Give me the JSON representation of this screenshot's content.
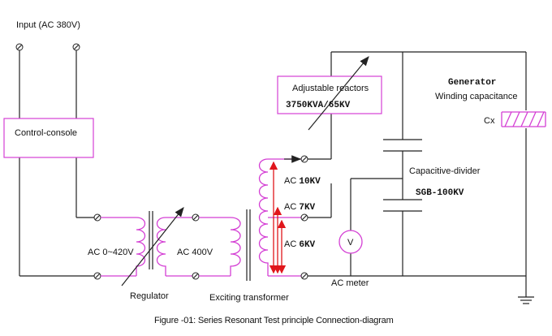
{
  "labels": {
    "input": "Input (AC 380V)",
    "control_console": "Control-console",
    "ac_0_420": "AC 0~420V",
    "ac_400": "AC 400V",
    "regulator": "Regulator",
    "exciting_transformer": "Exciting transformer",
    "ac_10kv_prefix": "AC ",
    "ac_10kv_value": "10KV",
    "ac_7kv_prefix": "AC ",
    "ac_7kv_value": "7KV",
    "ac_6kv_prefix": "AC ",
    "ac_6kv_value": "6KV",
    "adjustable_reactors": "Adjustable reactors",
    "reactor_rating": "3750KVA/65KV",
    "generator": "Generator",
    "winding_capacitance": "Winding capacitance",
    "cx": "Cx",
    "capacitive_divider": "Capacitive-divider",
    "divider_model": "SGB-100KV",
    "voltmeter_symbol": "V",
    "ac_meter": "AC meter",
    "caption": "Figure -01: Series Resonant Test principle Connection-diagram"
  },
  "colors": {
    "wire": "#222222",
    "coil": "#d43fd4",
    "arrow_red": "#e0161b"
  }
}
